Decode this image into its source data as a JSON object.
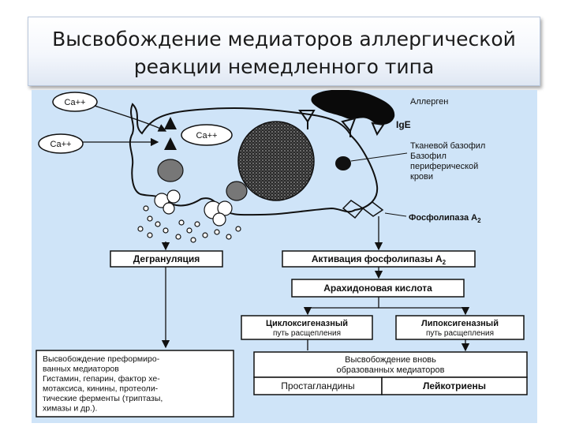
{
  "slide": {
    "title_line1": "Высвобождение медиаторов аллергической",
    "title_line2": "реакции немедленного типа"
  },
  "diagram": {
    "ca_label": "Ca++",
    "ige_label": "IgE",
    "allergen_label": "Аллерген",
    "cell_label_line1": "Тканевой базофил",
    "cell_label_line2": "Базофил",
    "cell_label_line3": "периферической",
    "cell_label_line4": "крови",
    "phospholipase_label": "Фосфолипаза А",
    "phospholipase_sub": "2",
    "degranulation": "Дегрануляция",
    "activation": "Активация фосфолипазы А",
    "activation_sub": "2",
    "arachidonic": "Арахидоновая кислота",
    "cyclo_line1": "Циклоксигеназный",
    "cyclo_line2": "путь расщепления",
    "lipo_line1": "Липоксигеназный",
    "lipo_line2": "путь расщепления",
    "preformed_lines": [
      "Высвобождение преформиро-",
      "ванных медиаторов",
      "Гистамин, гепарин, фактор хе-",
      "мотаксиса, кинины, протеоли-",
      "тические ферменты (триптазы,",
      "химазы и др.)."
    ],
    "new_line1": "Высвобождение вновь",
    "new_line2": "образованных медиаторов",
    "prostaglandins": "Простагландины",
    "leukotrienes": "Лейкотриены"
  }
}
